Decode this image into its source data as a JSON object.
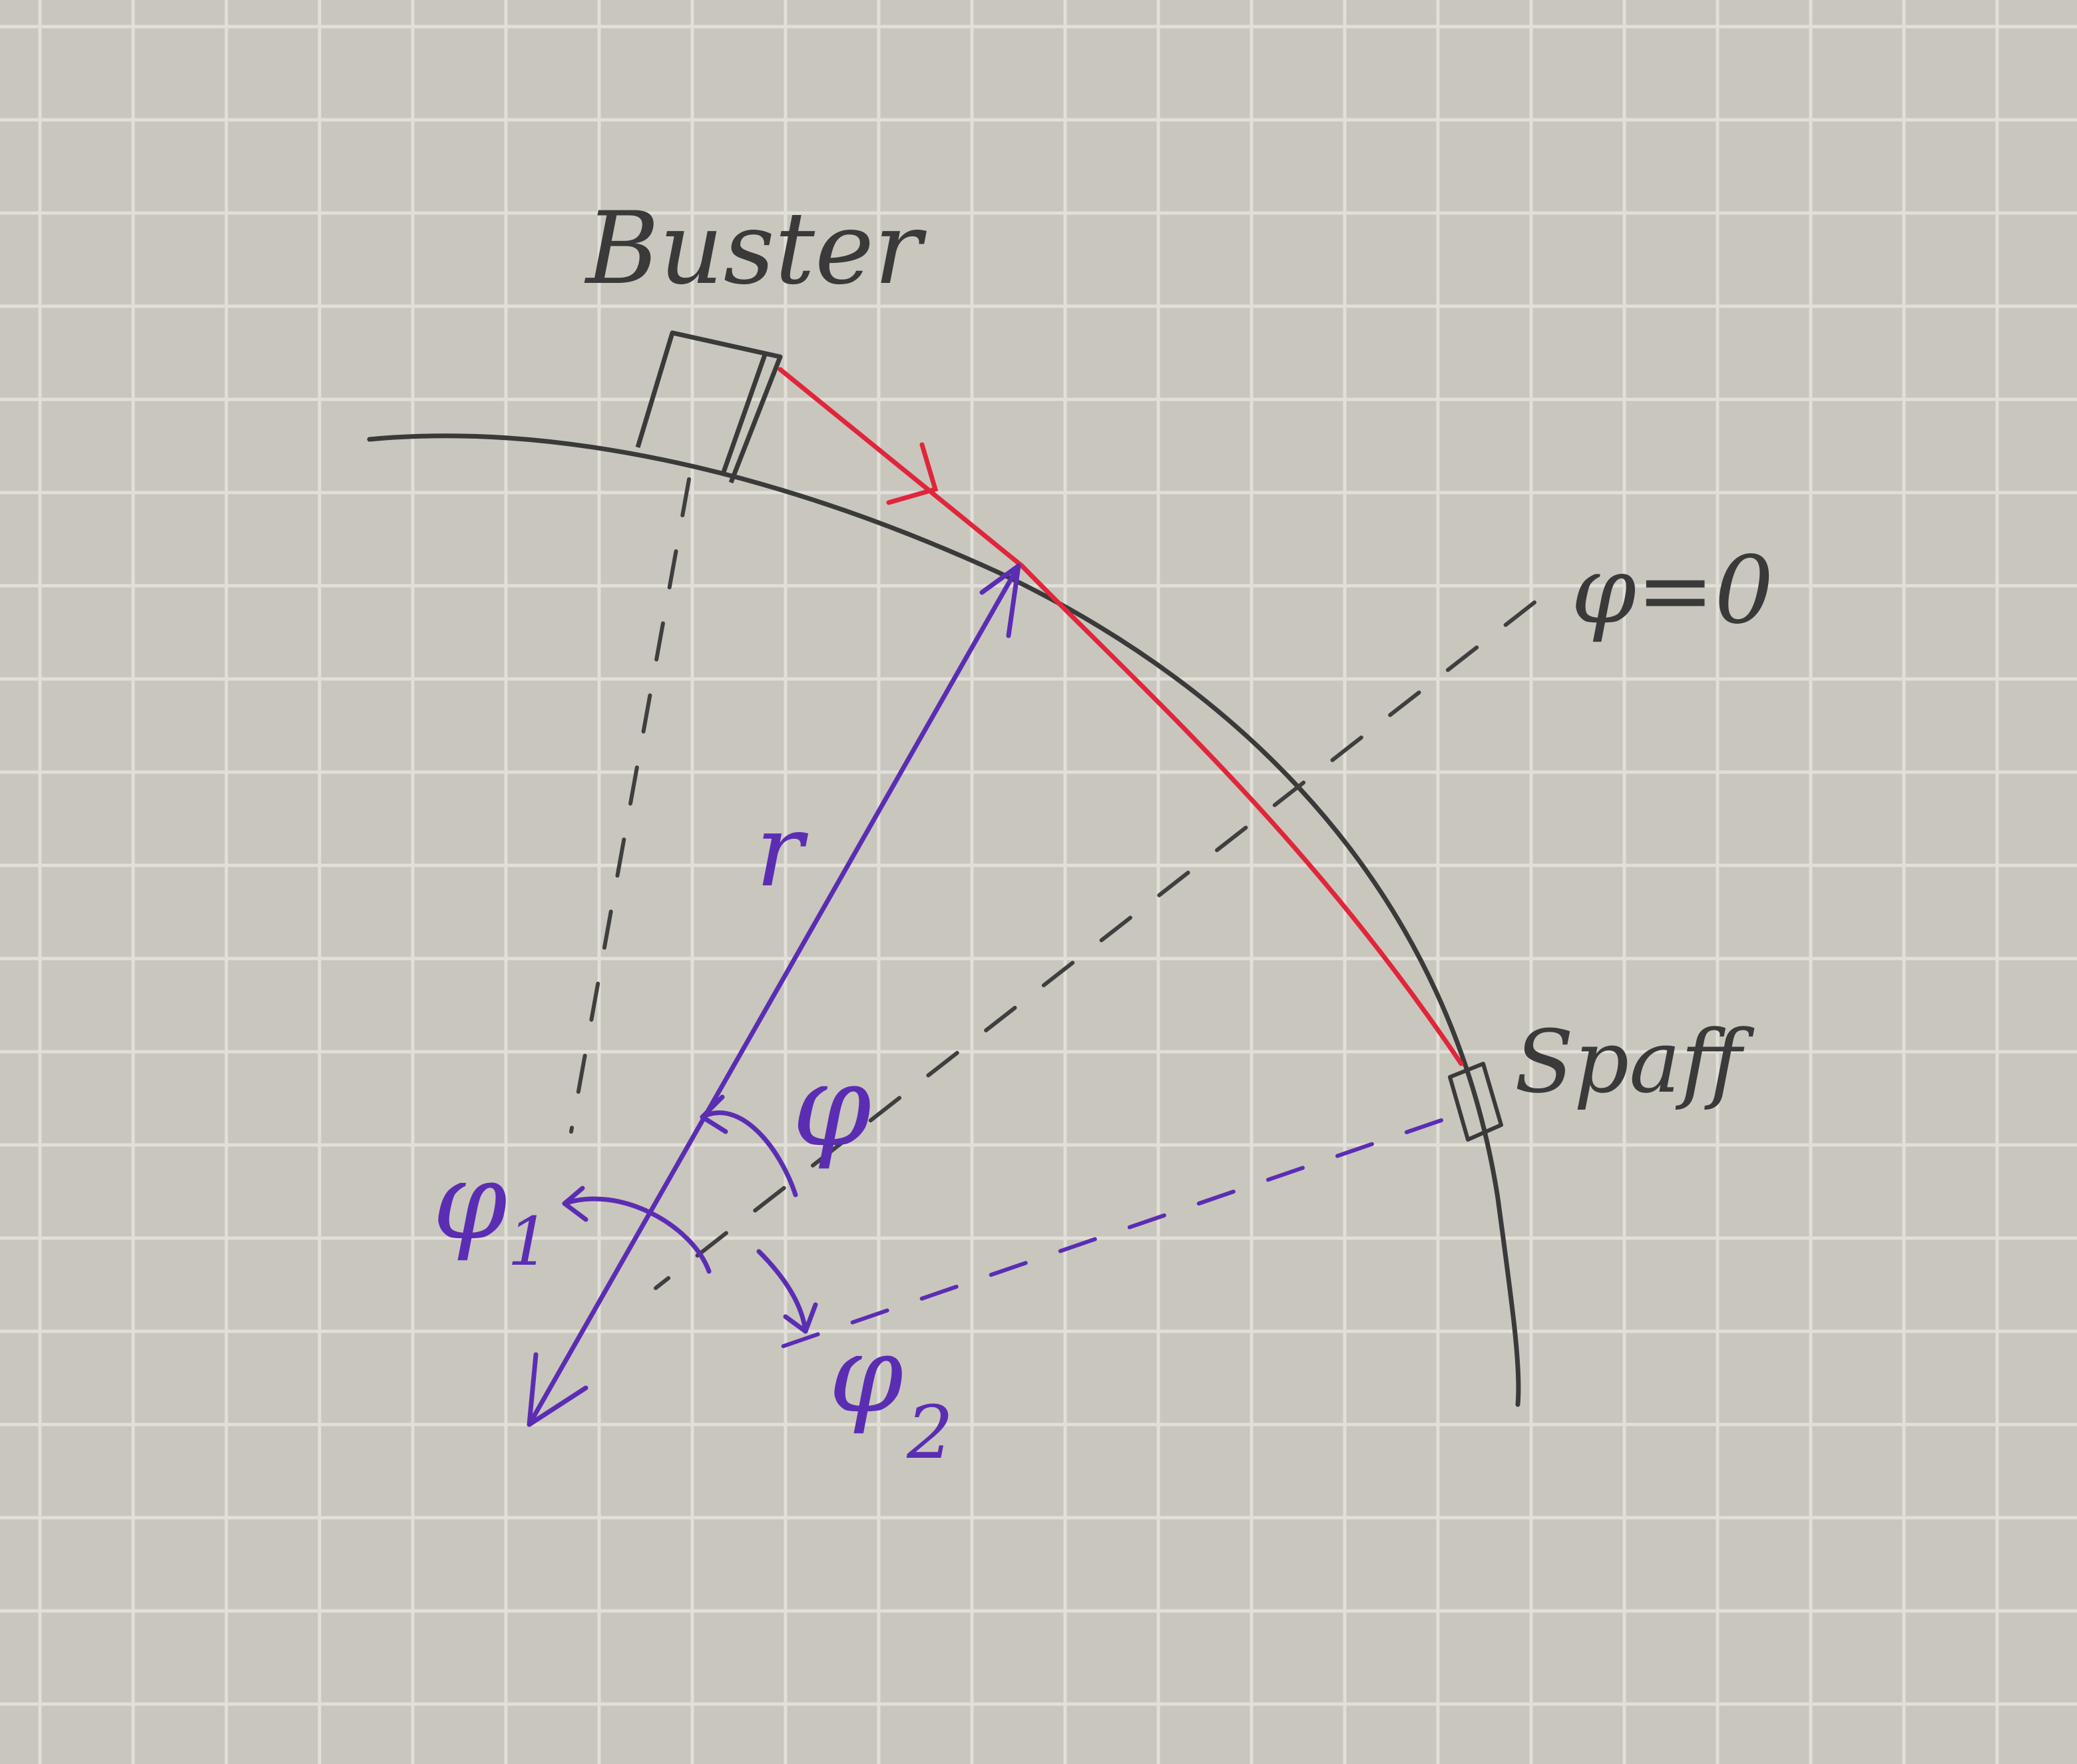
{
  "labels": {
    "buster": "Buster",
    "phi_zero": "φ=0",
    "spaff": "Spaff",
    "r": "r",
    "phi": "φ",
    "phi_1": "φ",
    "phi_1_sub": "1",
    "phi_2": "φ",
    "phi_2_sub": "2"
  },
  "colors": {
    "paper": "#c9c6be",
    "grid": "#e1dfd8",
    "pencil": "#3a3a3a",
    "red_pen": "#e0263a",
    "purple_pen": "#5b2db3",
    "gray_dash": "#3f3f3f"
  },
  "icons": {
    "buster_block": "square-block",
    "spaff_block": "small-square-block",
    "red_arrow": "arrowhead-right"
  }
}
